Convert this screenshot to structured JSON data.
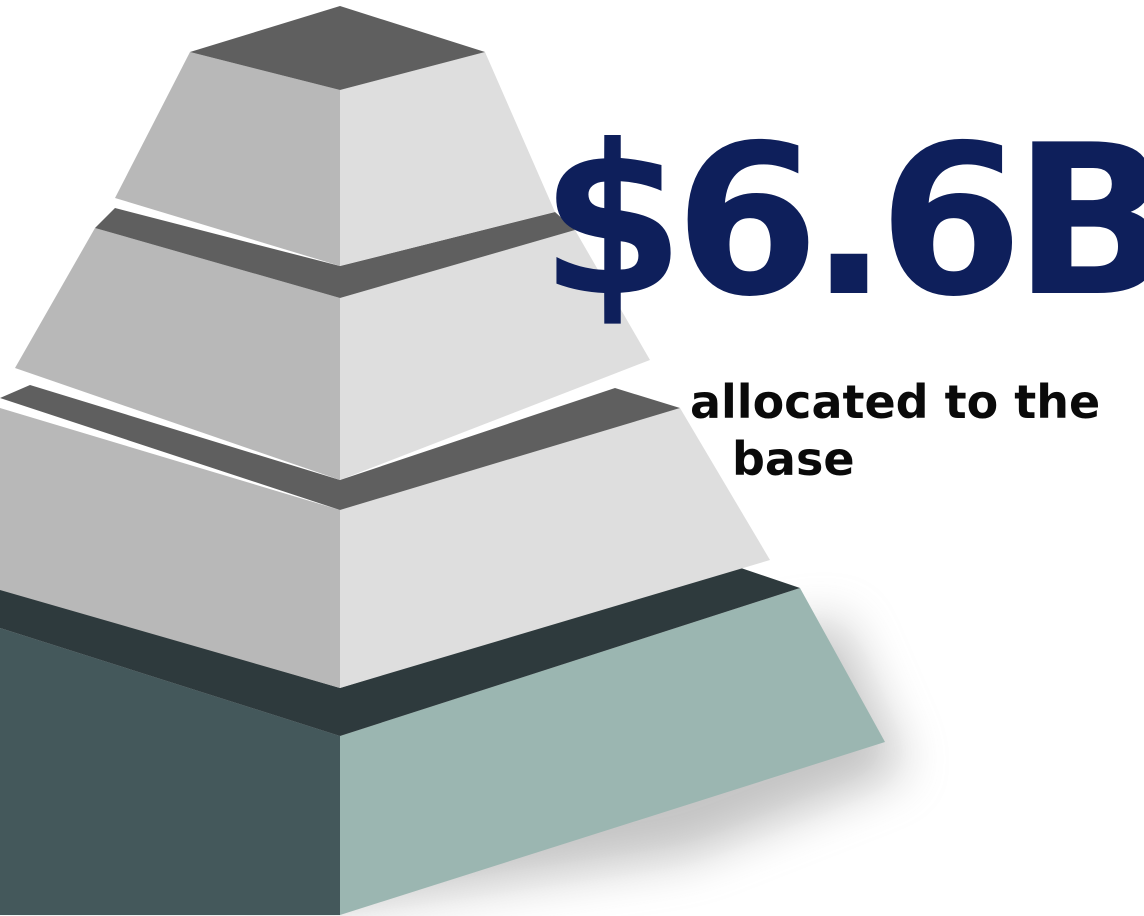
{
  "headline": {
    "value": "$6.6B",
    "color": "#0e1f5b"
  },
  "caption": {
    "line1": "allocated to the",
    "line2": "base",
    "color": "#0a0a0a"
  },
  "pyramid": {
    "shape": "stepped-pyramid",
    "tiers": 4,
    "highlighted_tier": "base",
    "colors": {
      "gray_top": "#5f5f5f",
      "gray_left": "#b8b8b8",
      "gray_right": "#dedede",
      "base_top": "#2e3a3d",
      "base_left": "#44585b",
      "base_right": "#9bb6b1",
      "shadow": "#8a8a8a"
    }
  }
}
